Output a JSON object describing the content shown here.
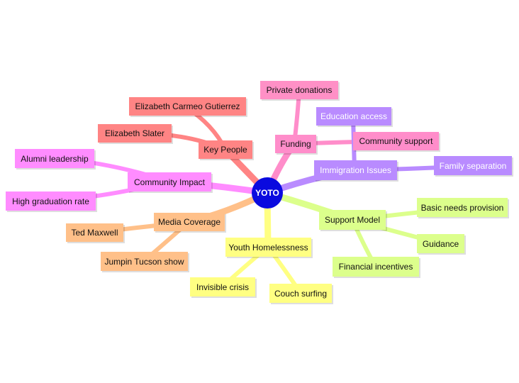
{
  "center": {
    "label": "YOTO",
    "color": "#0a0adf"
  },
  "branches": [
    {
      "key": "key_people",
      "label": "Key People",
      "color": "#ff8484",
      "children": [
        "Elizabeth Carmeo Gutierrez",
        "Elizabeth Slater"
      ]
    },
    {
      "key": "funding",
      "label": "Funding",
      "color": "#ff8dca",
      "children": [
        "Private donations",
        "Community support"
      ]
    },
    {
      "key": "immigration",
      "label": "Immigration Issues",
      "color": "#b98bff",
      "children": [
        "Education access",
        "Family separation"
      ]
    },
    {
      "key": "support_model",
      "label": "Support Model",
      "color": "#dcff8c",
      "children": [
        "Basic needs provision",
        "Guidance",
        "Financial incentives"
      ]
    },
    {
      "key": "youth_homelessness",
      "label": "Youth Homelessness",
      "color": "#ffff82",
      "children": [
        "Invisible crisis",
        "Couch surfing"
      ]
    },
    {
      "key": "media_coverage",
      "label": "Media Coverage",
      "color": "#ffc089",
      "children": [
        "Ted Maxwell",
        "Jumpin Tucson show"
      ]
    },
    {
      "key": "community_impact",
      "label": "Community Impact",
      "color": "#ff8cff",
      "children": [
        "Alumni leadership",
        "High graduation rate"
      ]
    }
  ]
}
